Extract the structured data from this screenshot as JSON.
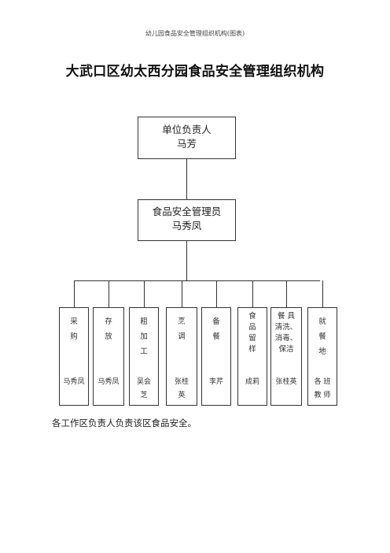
{
  "header": {
    "text": "幼儿园食品安全管理组织机构(图表)"
  },
  "title": "大武口区幼太西分园食品安全管理组织机构",
  "top": {
    "role": "单位负责人",
    "person": "马芳"
  },
  "manager": {
    "role": "食品安全管理员",
    "person": "马秀凤"
  },
  "departments": [
    {
      "role": "采\n购",
      "person": "马秀凤"
    },
    {
      "role": "存\n放",
      "person": "马秀凤"
    },
    {
      "role": "粗\n加\n工",
      "person": "吴会\n芝"
    },
    {
      "role": "烹\n调",
      "person": "张桂\n英"
    },
    {
      "role": "备\n餐",
      "person": "李芹"
    },
    {
      "role": "食\n品\n留\n样",
      "person": "成莉"
    },
    {
      "role": "餐 具\n清洗、\n消毒、\n保洁",
      "person": "张桂英"
    },
    {
      "role": "就\n餐\n地",
      "person": "各 班\n教 师"
    }
  ],
  "footer": "各工作区负责人负责该区食品安全。"
}
